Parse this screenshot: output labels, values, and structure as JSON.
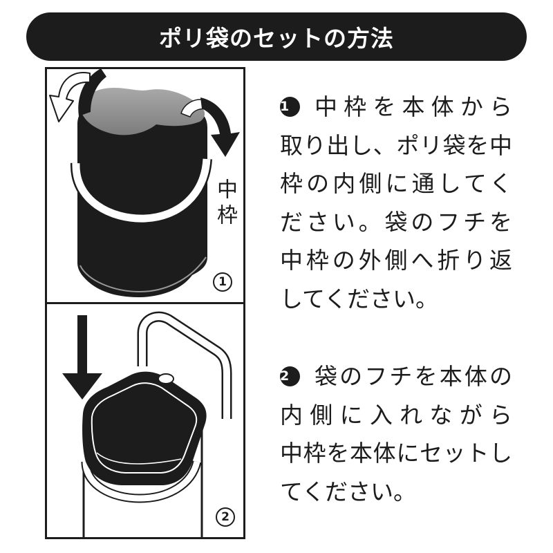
{
  "header": {
    "title": "ポリ袋のセットの方法"
  },
  "panels": [
    {
      "number": "1",
      "label": "中枠"
    },
    {
      "number": "2"
    }
  ],
  "steps": [
    {
      "number": "1",
      "lines": [
        "中枠を本体から",
        "取り出し、ポリ袋を中",
        "枠の内側に通してく",
        "ださい。袋のフチを",
        "中枠の外側へ折り返",
        "してください。"
      ]
    },
    {
      "number": "2",
      "lines": [
        "袋のフチを本体の",
        "内側に入れながら",
        "中枠を本体にセットし",
        "てください。"
      ]
    }
  ],
  "colors": {
    "ink": "#1c1c1c",
    "background": "#ffffff",
    "bag": "#7c7c7c"
  }
}
